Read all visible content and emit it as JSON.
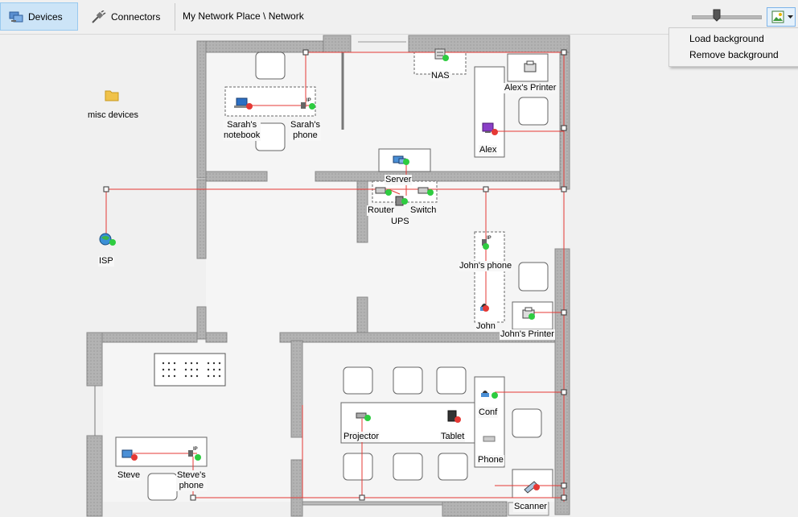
{
  "toolbar": {
    "devices_label": "Devices",
    "connectors_label": "Connectors",
    "path": "My Network Place \\ Network"
  },
  "menu": {
    "items": [
      "Load background",
      "Remove background"
    ]
  },
  "desktop": {
    "folder_label": "misc devices"
  },
  "devices": {
    "nas": "NAS",
    "alex_printer": "Alex's Printer",
    "sarahs_notebook": "Sarah's\nnotebook",
    "sarahs_phone": "Sarah's\nphone",
    "alex": "Alex",
    "server": "Server",
    "router": "Router",
    "ups": "UPS",
    "switch": "Switch",
    "isp": "ISP",
    "johns_phone": "John's phone",
    "john": "John",
    "johns_printer": "John's Printer",
    "conf": "Conf",
    "projector": "Projector",
    "tablet": "Tablet",
    "phone": "Phone",
    "steve": "Steve",
    "steves_phone": "Steve's\nphone",
    "scanner": "Scanner"
  },
  "colors": {
    "accent": "#cce4f7",
    "link": "#e53935",
    "status_up": "#2ecc40",
    "status_down": "#e53935",
    "wall": "#a8a8a8"
  }
}
